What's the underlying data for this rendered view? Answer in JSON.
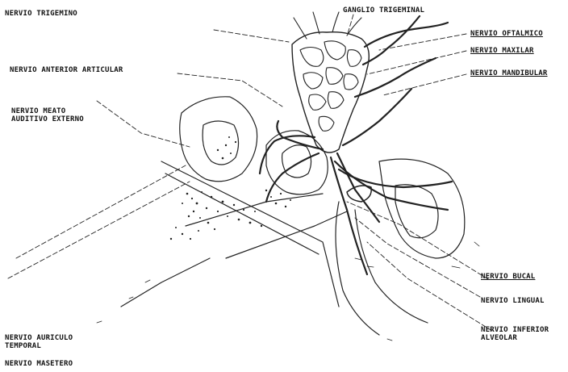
{
  "labels": {
    "trigemino": "NERVIO TRIGEMINO",
    "ganglio": "GANGLIO TRIGEMINAL",
    "oftalmico": "NERVIO OFTALMICO",
    "maxilar": "NERVIO MAXILAR",
    "mandibular": "NERVIO MANDIBULAR",
    "anterior_articular": "NERVIO ANTERIOR ARTICULAR",
    "meato_1": "NERVIO MEATO",
    "meato_2": "AUDITIVO EXTERNO",
    "bucal": "NERVIO BUCAL",
    "lingual": "NERVIO LINGUAL",
    "inferior_alveolar_1": "NERVIO INFERIOR",
    "inferior_alveolar_2": "ALVEOLAR",
    "auriculo_1": "NERVIO AURICULO",
    "auriculo_2": "TEMPORAL",
    "masetero": "NERVIO MASETERO"
  }
}
